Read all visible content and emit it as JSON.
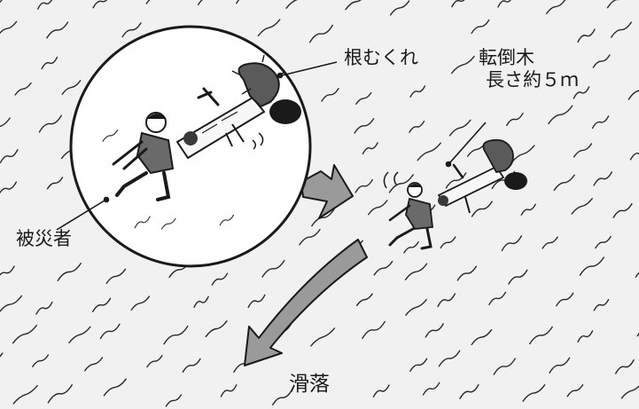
{
  "labels": {
    "root_upturn": "根むくれ",
    "fallen_tree_line1": "転倒木",
    "fallen_tree_line2": "長さ約５ｍ",
    "victim": "被災者",
    "slide": "滑落"
  },
  "colors": {
    "background": "#f1f1f1",
    "ink": "#1a1a1a",
    "arrow_fill": "#9a9a9a",
    "circle_fill": "#ffffff"
  },
  "icons": {
    "magnify_arrow": "arrow-right",
    "slide_arrow": "arrow-down-left",
    "figure": "worker-with-helmet",
    "tree": "fallen-tree-with-roots"
  }
}
